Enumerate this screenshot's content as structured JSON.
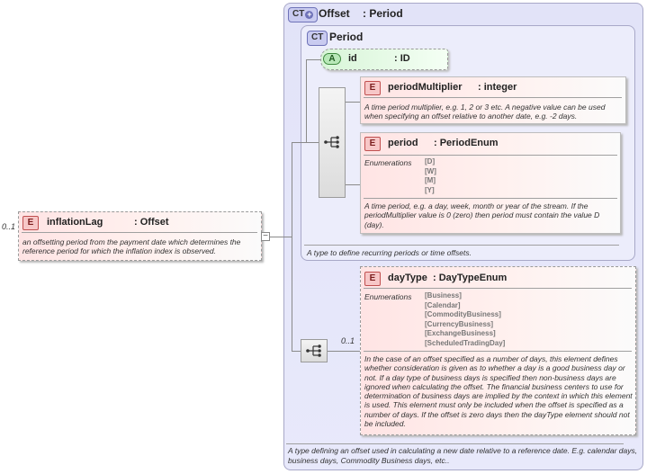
{
  "root": {
    "multiplicity": "0..1",
    "badge": "E",
    "name": "inflationLag",
    "type": ": Offset",
    "doc": "an offsetting period from the payment date which determines the reference period for which the inflation index is observed."
  },
  "offset_type": {
    "badge": "CT",
    "name": "Offset",
    "base": ": Period",
    "doc": "A type defining an offset used in calculating a new date relative to a reference date. E.g. calendar days, business days, Commodity Business days, etc.."
  },
  "period_type": {
    "badge": "CT",
    "name": "Period",
    "doc": "A type to define recurring periods or time offsets."
  },
  "attribute_id": {
    "badge": "A",
    "name": "id",
    "type": ": ID"
  },
  "period_multiplier": {
    "badge": "E",
    "name": "periodMultiplier",
    "type": ": integer",
    "doc": "A time period multiplier, e.g. 1, 2 or 3 etc. A negative value can be used when specifying an offset relative to another date, e.g. -2 days."
  },
  "period": {
    "badge": "E",
    "name": "period",
    "type": ": PeriodEnum",
    "enum_label": "Enumerations",
    "enumerations": [
      "[D]",
      "[W]",
      "[M]",
      "[Y]"
    ],
    "doc": "A time period, e.g. a day, week, month or year of the stream. If the periodMultiplier value is 0 (zero) then period must contain the value D (day)."
  },
  "day_type": {
    "multiplicity": "0..1",
    "badge": "E",
    "name": "dayType",
    "type": ": DayTypeEnum",
    "enum_label": "Enumerations",
    "enumerations": [
      "[Business]",
      "[Calendar]",
      "[CommodityBusiness]",
      "[CurrencyBusiness]",
      "[ExchangeBusiness]",
      "[ScheduledTradingDay]"
    ],
    "doc": "In the case of an offset specified as a number of days, this element defines whether consideration is given as to whether a day is a good business day or not. If a day type of business days is specified then non-business days are ignored when calculating the offset. The financial business centers to use for determination of business days are implied by the context in which this element is used. This element must only be included when the offset is specified as a number of days. If the offset is zero days then the dayType element should not be included."
  },
  "colors": {
    "element_fill": "#ffe4e4",
    "element_badge": "#f7c7c7",
    "complex_type_fill": "#e2e3f8",
    "attribute_fill": "#e6ffe6"
  }
}
